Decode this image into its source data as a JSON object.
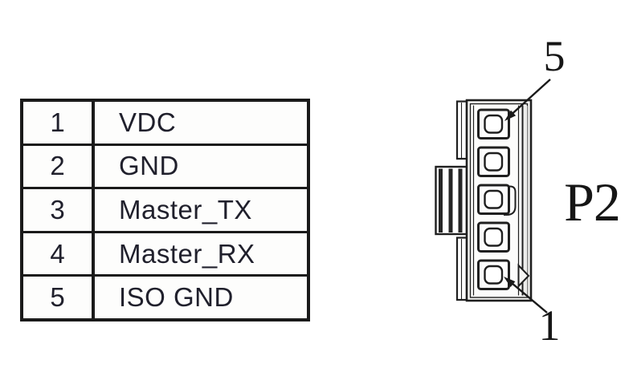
{
  "pin_table": {
    "rows": [
      {
        "pin": "1",
        "signal": "VDC"
      },
      {
        "pin": "2",
        "signal": "GND"
      },
      {
        "pin": "3",
        "signal": "Master_TX"
      },
      {
        "pin": "4",
        "signal": "Master_RX"
      },
      {
        "pin": "5",
        "signal": "ISO GND"
      }
    ]
  },
  "connector": {
    "designator": "P2",
    "pin_count": 5,
    "callout_top": {
      "label": "5"
    },
    "callout_bottom": {
      "label": "1"
    },
    "colors": {
      "line": "#1f1f1f",
      "body_fill": "#f7f7f5",
      "pin_fill": "#fdfdfd",
      "text": "#20202c"
    }
  }
}
